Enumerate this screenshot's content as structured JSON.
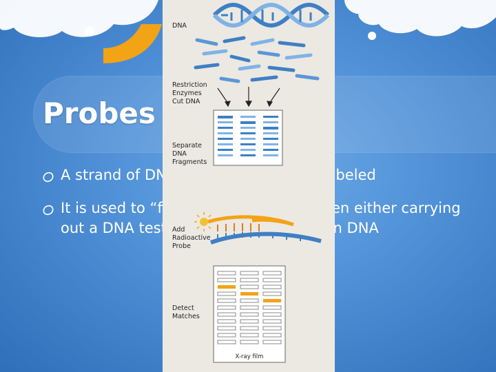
{
  "slide": {
    "title": "Probes",
    "bullets": [
      {
        "text": "A strand of DNA that has been radiolabeled"
      },
      {
        "text": "It is used to “find” a specific gene when either carrying out a DNA test, or identifying unknown DNA"
      }
    ]
  },
  "diagram": {
    "labels": {
      "dna": "DNA",
      "restriction": [
        "Restriction",
        "Enzymes",
        "Cut DNA"
      ],
      "separate": [
        "Separate",
        "DNA",
        "Fragments"
      ],
      "probe": [
        "Add",
        "Radioactive",
        "Probe"
      ],
      "detect": [
        "Detect",
        "Matches"
      ],
      "film": "X-ray film"
    }
  },
  "colors": {
    "accent_orange": "#f2a316",
    "dna_blue": "#3f7fc4",
    "panel_bg": "#ece9e2"
  }
}
